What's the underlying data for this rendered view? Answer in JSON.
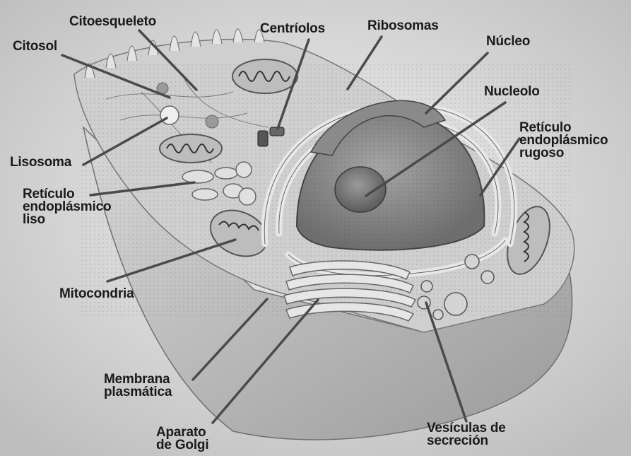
{
  "labels": {
    "citoesqueleto": "Citoesqueleto",
    "citosol": "Citosol",
    "centriolos": "Centríolos",
    "ribosomas": "Ribosomas",
    "nucleo": "Núcleo",
    "nucleolo": "Nucleolo",
    "rer": [
      "Retículo",
      "endoplásmico",
      "rugoso"
    ],
    "lisosoma": "Lisosoma",
    "rel": [
      "Retículo",
      "endoplásmico",
      "liso"
    ],
    "mitocondria": "Mitocondria",
    "membrana": [
      "Membrana",
      "plasmática"
    ],
    "golgi": [
      "Aparato",
      "de Golgi"
    ],
    "vesiculas": [
      "Vesículas de",
      "secreción"
    ]
  },
  "colors": {
    "label_text": "#1a1a1a",
    "leader_line": "#4a4a4a",
    "cell_fill": "#d6d6d6",
    "nucleus_fill": "#8c8c8c",
    "background": "#ffffff"
  }
}
